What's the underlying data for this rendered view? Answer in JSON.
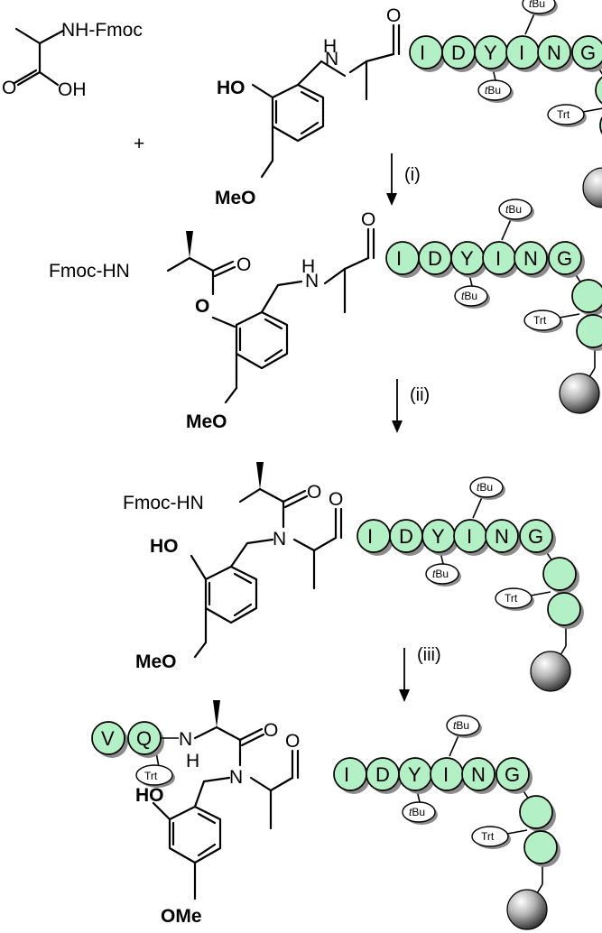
{
  "reagent": {
    "amine_label": "NH-Fmoc",
    "acid_label": "OH",
    "carbonyl_o": "O",
    "plus": "+"
  },
  "rows": [
    {
      "nh": "N",
      "nh_h": "H",
      "ho_label": "HO",
      "ome_label": "MeO",
      "carbonyl_o": "O",
      "beads": [
        "I",
        "D",
        "Y",
        "I",
        "N",
        "G"
      ],
      "pgs": [
        "tBu",
        "tBu",
        "Trt"
      ]
    },
    {
      "fmoc_label": "Fmoc-HN",
      "ester_o": "O",
      "ester_co": "O",
      "nh": "N",
      "nh_h": "H",
      "ome_label": "MeO",
      "carbonyl_o": "O",
      "beads": [
        "I",
        "D",
        "Y",
        "I",
        "N",
        "G"
      ],
      "pgs": [
        "tBu",
        "tBu",
        "Trt"
      ]
    },
    {
      "fmoc_label": "Fmoc-HN",
      "amide_o": "O",
      "n_label": "N",
      "ho_label": "HO",
      "ome_label": "MeO",
      "carbonyl_o": "O",
      "beads": [
        "I",
        "D",
        "Y",
        "I",
        "N",
        "G"
      ],
      "pgs": [
        "tBu",
        "tBu",
        "Trt"
      ]
    },
    {
      "nterm_beads": [
        "V",
        "Q"
      ],
      "nterm_pg": "Trt",
      "nh": "N",
      "nh_h": "H",
      "amide_o": "O",
      "n_label": "N",
      "ho_label": "HO",
      "ome_label": "OMe",
      "carbonyl_o": "O",
      "beads": [
        "I",
        "D",
        "Y",
        "I",
        "N",
        "G"
      ],
      "pgs": [
        "tBu",
        "tBu",
        "Trt"
      ]
    }
  ],
  "steps": [
    "(i)",
    "(ii)",
    "(iii)"
  ],
  "colors": {
    "bead_fill": "#b3f0c5",
    "bead_shadow": "#8c8c8c",
    "resin": "gray-gradient"
  }
}
